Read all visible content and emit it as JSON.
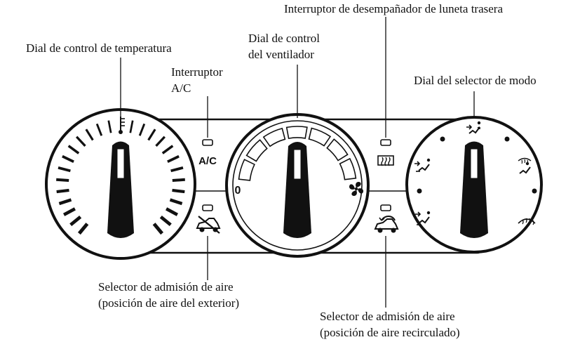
{
  "labels": {
    "temp_dial": "Dial de control de temperatura",
    "ac_switch_line1": "Interruptor",
    "ac_switch_line2": "A/C",
    "fan_dial_line1": "Dial de control",
    "fan_dial_line2": "del ventilador",
    "rear_defrost": "Interruptor de desempañador de luneta trasera",
    "mode_dial": "Dial del selector de modo",
    "intake_fresh_line1": "Selector de admisión de aire",
    "intake_fresh_line2": "(posición de aire del exterior)",
    "intake_recirc_line1": "Selector de admisión de aire",
    "intake_recirc_line2": "(posición de aire recirculado)"
  },
  "panel_text": {
    "ac": "A/C",
    "fan_off": "0"
  },
  "icons": {
    "temp": "thermometer-icon",
    "fan": "fan-icon",
    "rear_defrost": "rear-window-defroster-icon",
    "fresh_air": "outside-air-car-icon",
    "recirc_air": "recirculated-air-car-icon",
    "mode_face": "face-vent-icon",
    "mode_bilevel": "bi-level-icon",
    "mode_feet": "foot-vent-icon",
    "mode_feet_defrost": "foot-defrost-icon",
    "mode_defrost": "windshield-defrost-icon"
  },
  "colors": {
    "ink": "#111111",
    "paper": "#ffffff"
  }
}
